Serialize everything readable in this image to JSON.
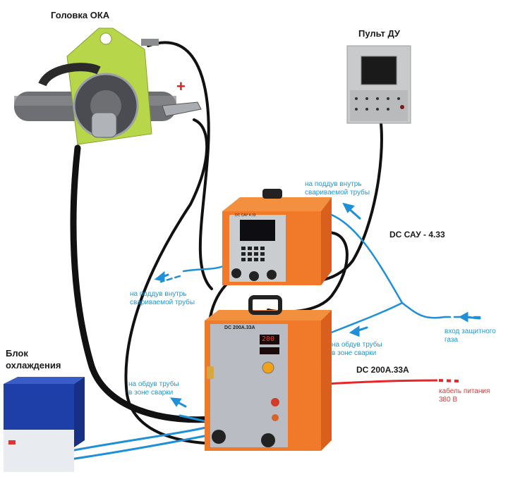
{
  "diagram": {
    "type": "welding-system-connection",
    "components": {
      "head": {
        "label": "Головка ОКА",
        "polarity": "+"
      },
      "remote": {
        "label": "Пульт ДУ"
      },
      "controller": {
        "label": "DC САУ - 4.33",
        "panel_text": "DC САУ 4.33"
      },
      "power_source": {
        "label": "DC 200А.33А",
        "panel_text": "DC 200A.33A",
        "display_value": "200"
      },
      "cooling": {
        "label_line1": "Блок",
        "label_line2": "охлаждения"
      }
    },
    "annotations": {
      "purge_in_top": {
        "line1": "на поддув внутрь",
        "line2": "свариваемой трубы"
      },
      "purge_in_left": {
        "line1": "на поддув внутрь",
        "line2": "свариваемой трубы"
      },
      "blow_zone_right": {
        "line1": "на обдув трубы",
        "line2": "в зоне  сварки"
      },
      "blow_zone_left": {
        "line1": "на обдув трубы",
        "line2": "в зоне  сварки"
      },
      "gas_inlet": {
        "line1": "вход защитного",
        "line2": "газа"
      },
      "power_cable": {
        "line1": "кабель питания",
        "line2": "380 В"
      }
    },
    "colors": {
      "gas_line": "#1e90d8",
      "power_line": "#e8262a",
      "cable": "#111111",
      "orange_case": "#f07a2a",
      "head_plate": "#b8d64a",
      "cooler_blue": "#1f3fa8"
    }
  }
}
